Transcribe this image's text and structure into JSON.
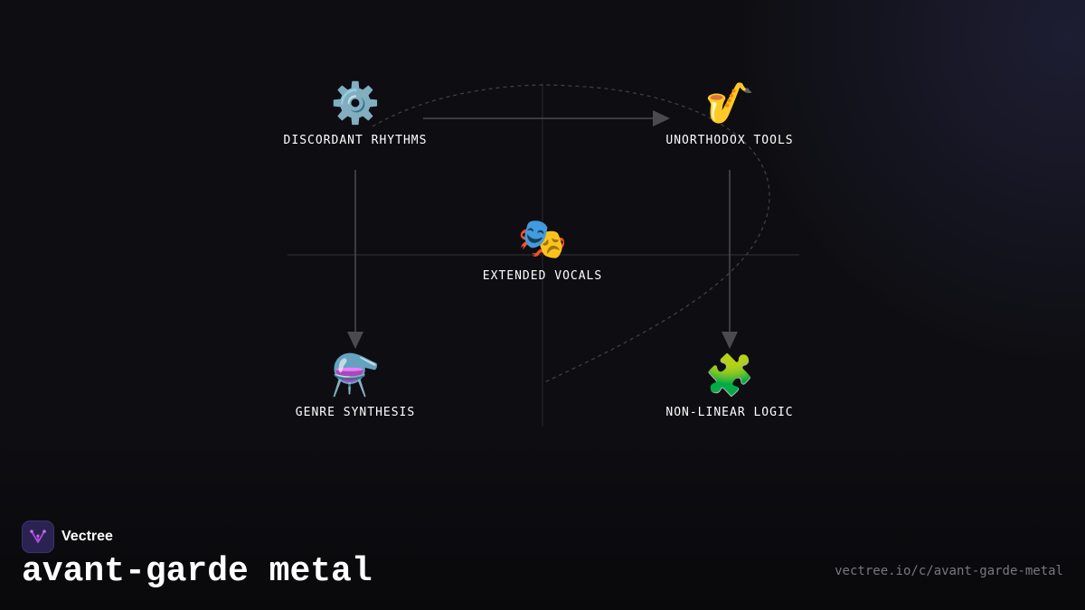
{
  "diagram": {
    "nodes": [
      {
        "id": "discordant-rhythms",
        "label": "DISCORDANT RHYTHMS",
        "icon": "⚙️",
        "icon_name": "gear-icon"
      },
      {
        "id": "unorthodox-tools",
        "label": "UNORTHODOX TOOLS",
        "icon": "🎷",
        "icon_name": "saxophone-icon"
      },
      {
        "id": "extended-vocals",
        "label": "EXTENDED VOCALS",
        "icon": "🎭",
        "icon_name": "theater-masks-icon"
      },
      {
        "id": "genre-synthesis",
        "label": "GENRE SYNTHESIS",
        "icon": "⚗️",
        "icon_name": "alembic-icon"
      },
      {
        "id": "non-linear-logic",
        "label": "NON-LINEAR LOGIC",
        "icon": "🧩",
        "icon_name": "puzzle-piece-icon"
      }
    ],
    "edges": [
      {
        "from": "discordant-rhythms",
        "to": "unorthodox-tools"
      },
      {
        "from": "discordant-rhythms",
        "to": "genre-synthesis"
      },
      {
        "from": "unorthodox-tools",
        "to": "non-linear-logic"
      }
    ],
    "colors": {
      "edge": "#4a4a50",
      "guide": "#2a2a30",
      "dashed_path": "#3e3e44"
    }
  },
  "brand": {
    "name": "Vectree",
    "logo_icon": "vectree-logo-icon",
    "logo_color": "#b04ad8"
  },
  "footer": {
    "title": "avant-garde metal",
    "url": "vectree.io/c/avant-garde-metal"
  }
}
